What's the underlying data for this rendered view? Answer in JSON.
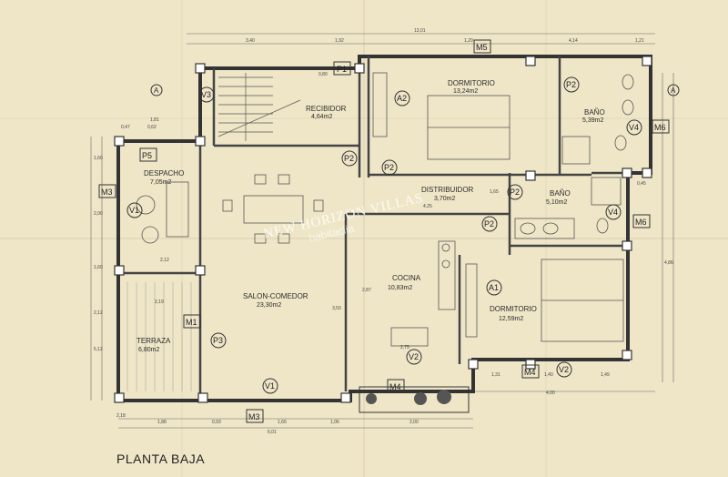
{
  "title": "PLANTA BAJA",
  "watermark": {
    "brand": "NEW HORIZON VILLAS",
    "site": "habitaclia"
  },
  "rooms": [
    {
      "key": "recibidor",
      "name": "RECIBIDOR",
      "area": "4,64m2"
    },
    {
      "key": "dormitorio1",
      "name": "DORMITORIO",
      "area": "13,24m2"
    },
    {
      "key": "bano1",
      "name": "BAÑO",
      "area": "5,39m2"
    },
    {
      "key": "despacho",
      "name": "DESPACHO",
      "area": "7,05m2"
    },
    {
      "key": "distribuidor",
      "name": "DISTRIBUIDOR",
      "area": "3,70m2"
    },
    {
      "key": "bano2",
      "name": "BAÑO",
      "area": "5,10m2"
    },
    {
      "key": "cocina",
      "name": "COCINA",
      "area": "10,83m2"
    },
    {
      "key": "salon",
      "name": "SALON-COMEDOR",
      "area": "23,30m2"
    },
    {
      "key": "dormitorio2",
      "name": "DORMITORIO",
      "area": "12,59m2"
    },
    {
      "key": "terraza",
      "name": "TERRAZA",
      "area": "6,80m2"
    }
  ],
  "tags": [
    "P1",
    "M5",
    "V3",
    "A2",
    "P2",
    "M6",
    "V4",
    "P2",
    "P2",
    "P2",
    "P2",
    "P5",
    "M3",
    "V1",
    "A1",
    "M1",
    "P3",
    "V1",
    "M4",
    "V2",
    "M3",
    "M4",
    "V2",
    "M6",
    "V4"
  ],
  "section_markers": [
    "A",
    "A"
  ],
  "dimensions": {
    "top": [
      "13,01",
      "3,40",
      "1,92",
      "1,20",
      "4,14",
      "1,21",
      "0,80"
    ],
    "bottom": [
      "2,18",
      "1,88",
      "0,93",
      "1,65",
      "1,06",
      "2,00",
      "1,31",
      "4,00"
    ],
    "left": [
      "1,60",
      "2,00",
      "1,60",
      "2,12",
      "5,12"
    ],
    "misc": [
      "6,01",
      "2,12",
      "2,75",
      "3,50",
      "2,87",
      "4,25",
      "1,40",
      "1,49",
      "2,19",
      "0,47",
      "0,62",
      "1,81",
      "0,45",
      "1,65",
      "4,86"
    ]
  }
}
